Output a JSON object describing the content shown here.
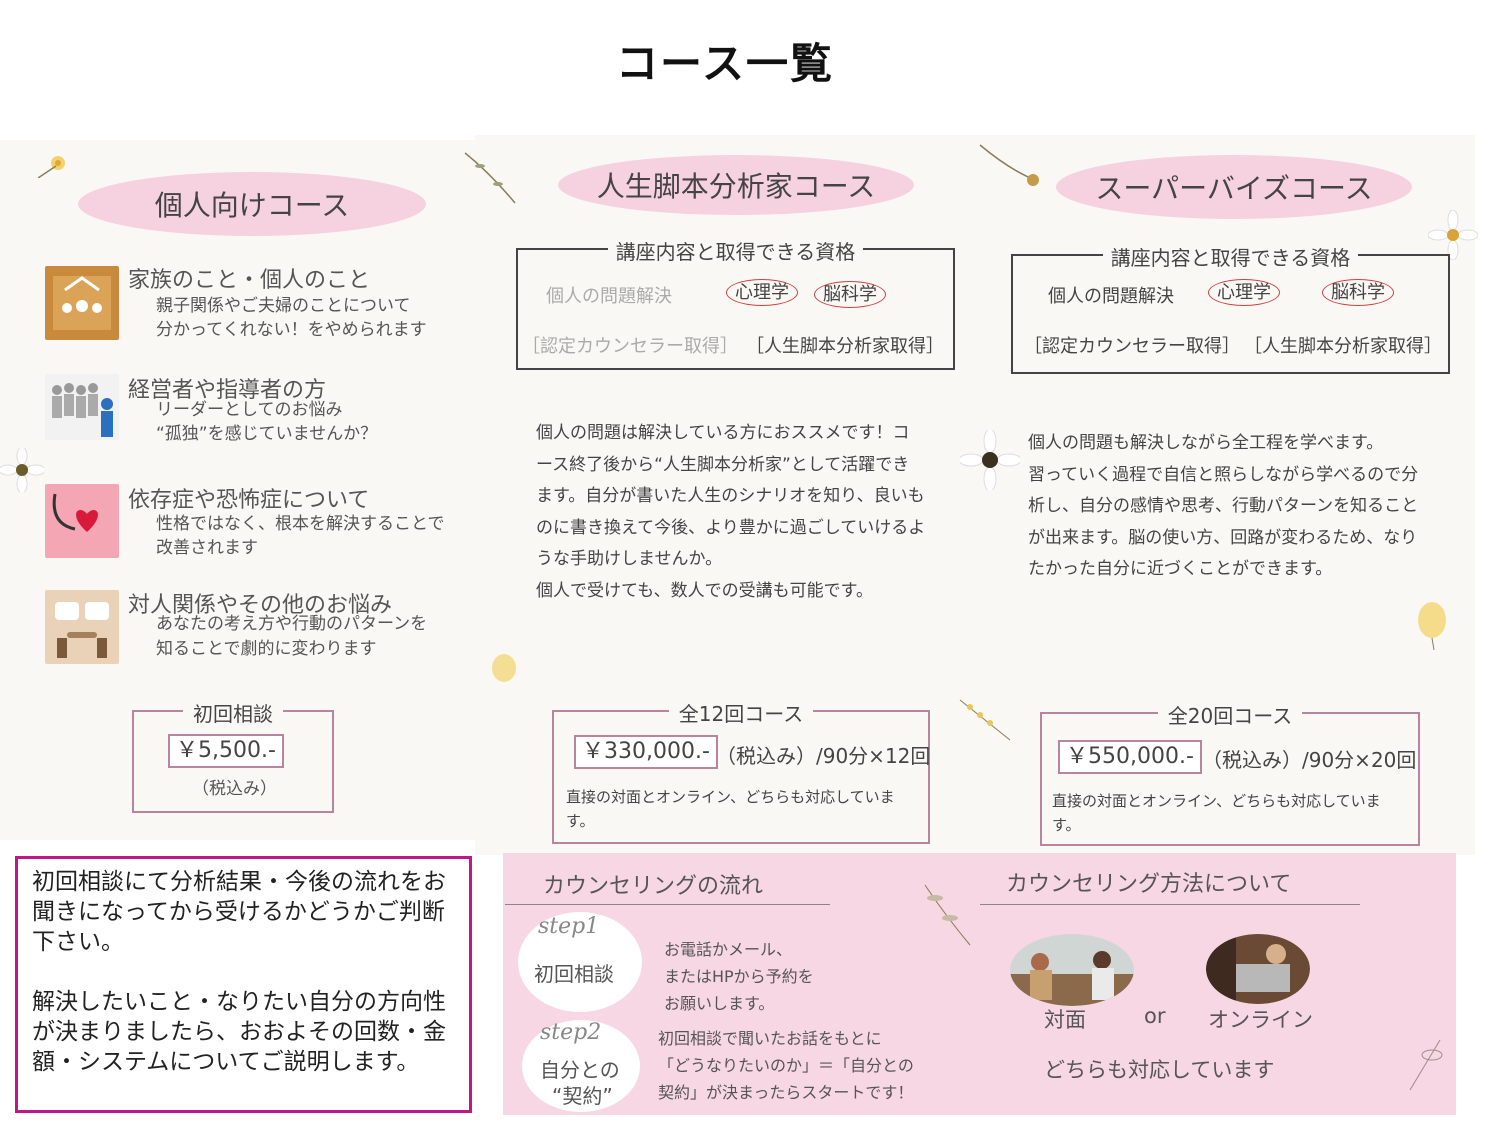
{
  "page_title": "コース一覧",
  "individual": {
    "pill": "個人向けコース",
    "items": [
      {
        "title": "家族のこと・個人のこと",
        "desc1": "親子関係やご夫婦のことについて",
        "desc2": "分かってくれない！をやめられます"
      },
      {
        "title": "経営者や指導者の方",
        "desc1": "リーダーとしてのお悩み",
        "desc2": "“孤独”を感じていませんか？"
      },
      {
        "title": "依存症や恐怖症について",
        "desc1": "性格ではなく、根本を解決することで",
        "desc2": "改善されます"
      },
      {
        "title": "対人関係やその他のお悩み",
        "desc1": "あなたの考え方や行動のパターンを",
        "desc2": "知ることで劇的に変わります"
      }
    ],
    "first_consult": {
      "legend": "初回相談",
      "price": "￥5,500.-",
      "tax": "（税込み）"
    }
  },
  "course_script": {
    "pill": "人生脚本分析家コース",
    "box_legend": "講座内容と取得できる資格",
    "tags": [
      "個人の問題解決",
      "心理学",
      "脳科学"
    ],
    "certs": [
      "［認定カウンセラー取得］",
      "［人生脚本分析家取得］"
    ],
    "para": [
      "個人の問題は解決している方におススメです！コ",
      "ース終了後から“人生脚本分析家”として活躍でき",
      "ます。自分が書いた人生のシナリオを知り、良いも",
      "のに書き換えて今後、より豊かに過ごしていけるよ",
      "うな手助けしませんか。",
      "個人で受けても、数人での受講も可能です。"
    ],
    "price": {
      "legend": "全12回コース",
      "amount": "￥330,000.-",
      "detail": "（税込み）/90分×12回",
      "note1": "直接の対面とオンライン、どちらも対応していま",
      "note2": "す。"
    }
  },
  "course_super": {
    "pill": "スーパーバイズコース",
    "box_legend": "講座内容と取得できる資格",
    "tags": [
      "個人の問題解決",
      "心理学",
      "脳科学"
    ],
    "certs": [
      "［認定カウンセラー取得］",
      "［人生脚本分析家取得］"
    ],
    "para": [
      "個人の問題も解決しながら全工程を学べます。",
      "習っていく過程で自信と照らしながら学べるので分",
      "析し、自分の感情や思考、行動パターンを知ること",
      "が出来ます。脳の使い方、回路が変わるため、なり",
      "たかった自分に近づくことができます。"
    ],
    "price": {
      "legend": "全20回コース",
      "amount": "￥550,000.-",
      "detail": "（税込み）/90分×20回",
      "note1": "直接の対面とオンライン、どちらも対応していま",
      "note2": "す。"
    }
  },
  "notice": {
    "p1": "初回相談にて分析結果・今後の流れをお聞きになってから受けるかどうかご判断下さい。",
    "p2": "解決したいこと・なりたい自分の方向性が決まりましたら、おおよその回数・金額・システムについてご説明します。"
  },
  "flow": {
    "heading": "カウンセリングの流れ",
    "steps": [
      {
        "label": "step1",
        "name": "初回相談",
        "desc": [
          "お電話かメール、",
          "またはHPから予約を",
          "お願いします。"
        ]
      },
      {
        "label": "step2",
        "name1": "自分との",
        "name2": "“契約”",
        "desc": [
          "初回相談で聞いたお話をもとに",
          "「どうなりたいのか」＝「自分との",
          "契約」が決まったらスタートです！"
        ]
      }
    ]
  },
  "method": {
    "heading": "カウンセリング方法について",
    "in_person": "対面",
    "or": "or",
    "online": "オンライン",
    "note": "どちらも対応しています"
  },
  "colors": {
    "pink_panel": "#f7d7e3",
    "pill": "#f6d2e0",
    "notice_border": "#c0168a",
    "price_border": "#b884a0",
    "circle_mark": "#d04040"
  }
}
